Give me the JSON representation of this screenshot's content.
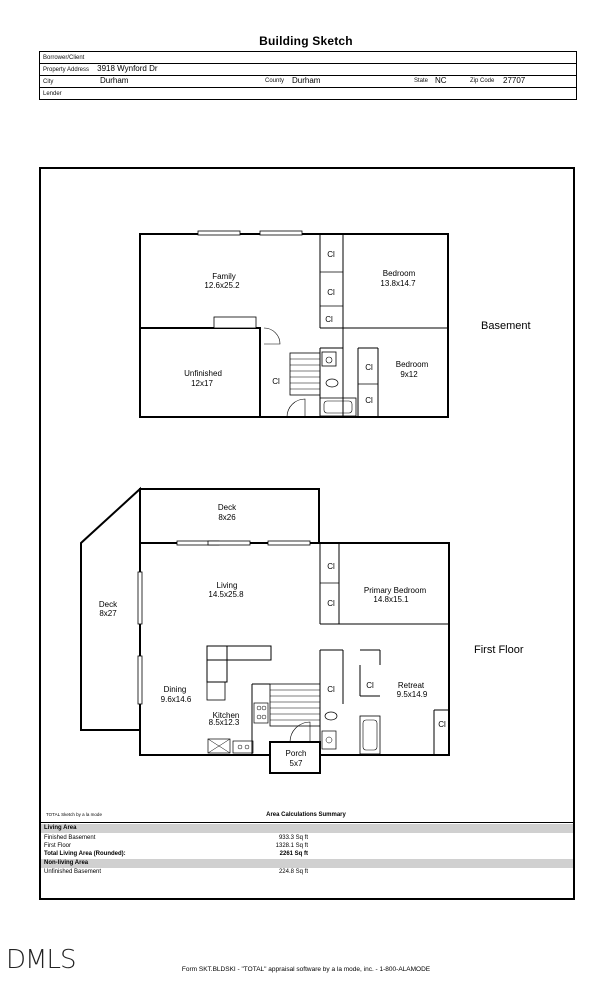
{
  "header": {
    "title": "Building Sketch",
    "borrower_label": "Borrower/Client",
    "borrower_value": "",
    "address_label": "Property Address",
    "address_value": "3918 Wynford Dr",
    "city_label": "City",
    "city_value": "Durham",
    "county_label": "County",
    "county_value": "Durham",
    "state_label": "State",
    "state_value": "NC",
    "zip_label": "Zip Code",
    "zip_value": "27707",
    "lender_label": "Lender",
    "lender_value": ""
  },
  "sketch": {
    "basement_label": "Basement",
    "first_floor_label": "First Floor",
    "rooms": {
      "family_name": "Family",
      "family_size": "12.6x25.2",
      "bedroom1_name": "Bedroom",
      "bedroom1_size": "13.8x14.7",
      "unfinished_name": "Unfinished",
      "unfinished_size": "12x17",
      "bedroom2_name": "Bedroom",
      "bedroom2_size": "9x12",
      "deck_top_name": "Deck",
      "deck_top_size": "8x26",
      "deck_left_name": "Deck",
      "deck_left_size": "8x27",
      "living_name": "Living",
      "living_size": "14.5x25.8",
      "primary_name": "Primary Bedroom",
      "primary_size": "14.8x15.1",
      "dining_name": "Dining",
      "dining_size": "9.6x14.6",
      "kitchen_name": "Kitchen",
      "kitchen_size": "8.5x12.3",
      "retreat_name": "Retreat",
      "retreat_size": "9.5x14.9",
      "porch_name": "Porch",
      "porch_size": "5x7"
    },
    "closet_label": "Cl"
  },
  "summary": {
    "software_note": "TOTAL Sketch by a la mode",
    "title": "Area Calculations Summary",
    "living_header": "Living Area",
    "rows": [
      {
        "label": "Finished Basement",
        "value": "933.3 Sq ft"
      },
      {
        "label": "First Floor",
        "value": "1328.1 Sq ft"
      }
    ],
    "total_label": "Total Living Area (Rounded):",
    "total_value": "2261 Sq ft",
    "nonliving_header": "Non-living Area",
    "nonliving_rows": [
      {
        "label": "Unfinished Basement",
        "value": "224.8 Sq ft"
      }
    ]
  },
  "footer": {
    "logo": "DMLS",
    "form_text": "Form SKT.BLDSKI - \"TOTAL\" appraisal software by a la mode, inc. - 1-800-ALAMODE"
  }
}
